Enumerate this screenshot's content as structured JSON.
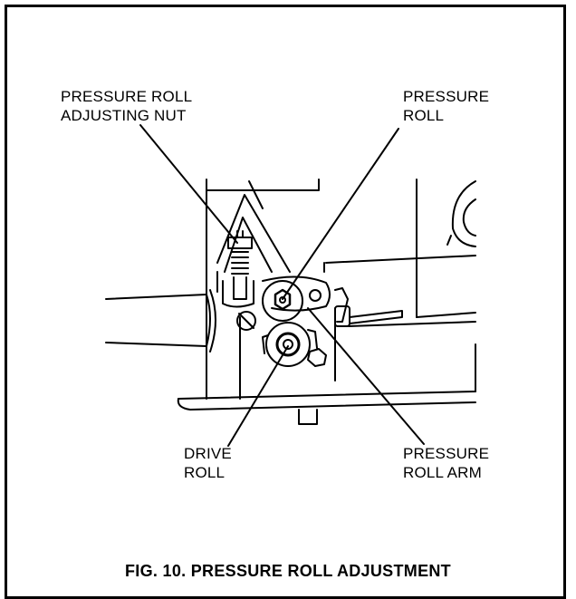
{
  "figure": {
    "caption": "FIG. 10. PRESSURE ROLL ADJUSTMENT",
    "labels": {
      "adjusting_nut": {
        "line1": "PRESSURE ROLL",
        "line2": "ADJUSTING NUT"
      },
      "pressure_roll": {
        "line1": "PRESSURE",
        "line2": "ROLL"
      },
      "drive_roll": {
        "line1": "DRIVE",
        "line2": "ROLL"
      },
      "pressure_roll_arm": {
        "line1": "PRESSURE",
        "line2": "ROLL ARM"
      }
    }
  }
}
